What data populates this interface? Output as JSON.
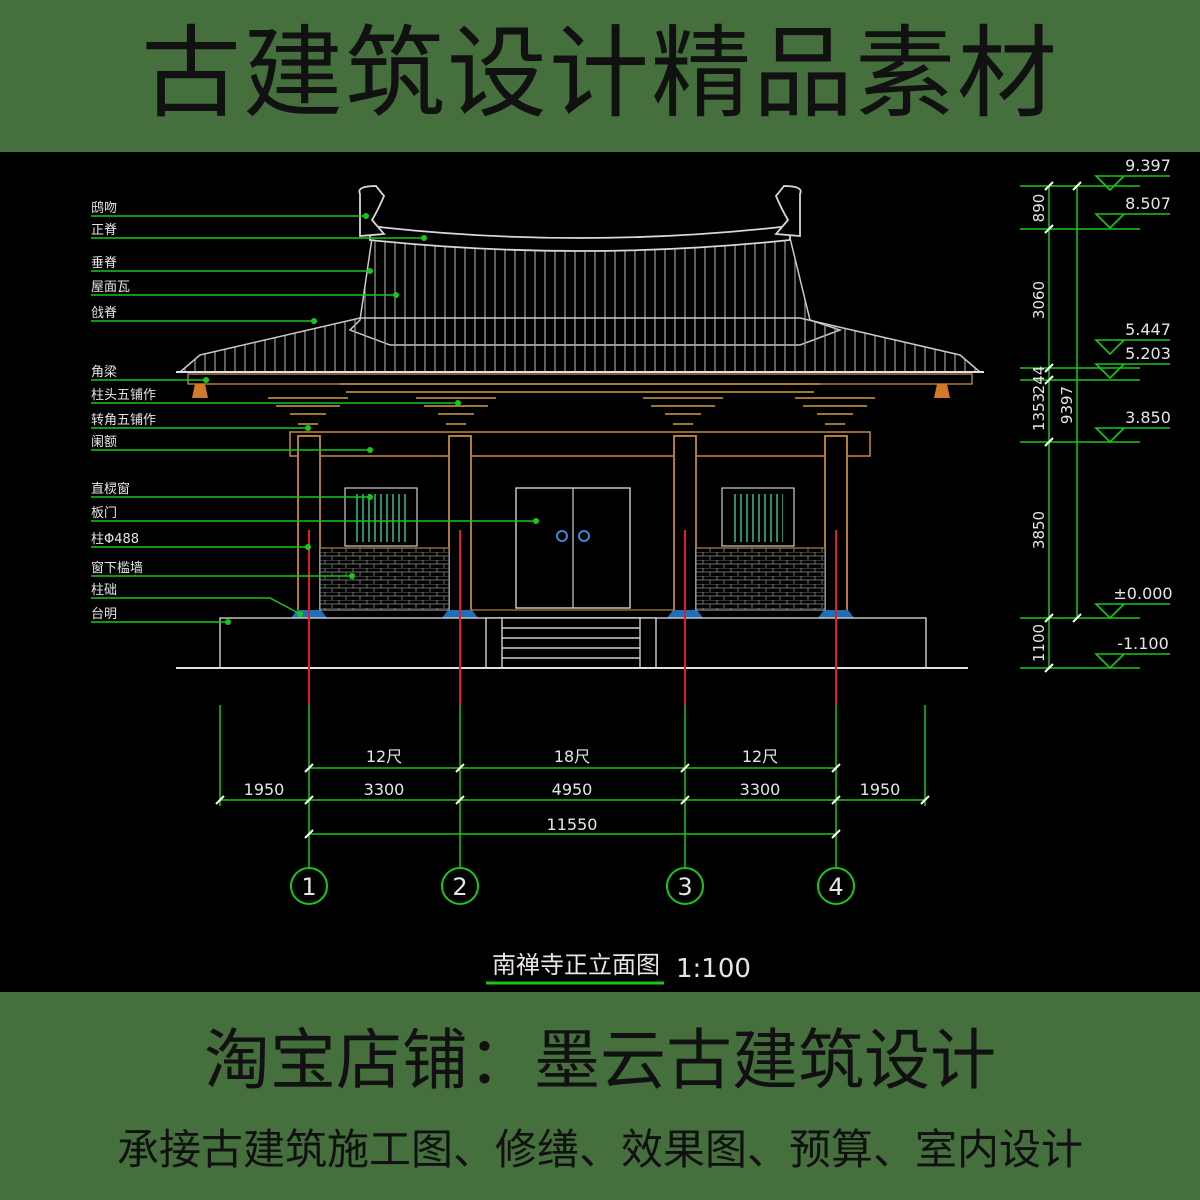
{
  "header": {
    "title": "古建筑设计精品素材"
  },
  "drawing": {
    "callouts": [
      "鸱吻",
      "正脊",
      "垂脊",
      "屋面瓦",
      "戗脊",
      "角梁",
      "柱头五铺作",
      "转角五铺作",
      "阑额",
      "直棂窗",
      "板门",
      "柱Φ488",
      "窗下槛墙",
      "柱础",
      "台明"
    ],
    "elevation_marks": [
      "9.397",
      "8.507",
      "5.447",
      "5.203",
      "3.850",
      "±0.000",
      "-1.100"
    ],
    "vertical_dims": [
      "890",
      "3060",
      "1353",
      "244",
      "9397",
      "3850",
      "1100"
    ],
    "bay_units": [
      "12尺",
      "18尺",
      "12尺"
    ],
    "horizontal_dims": [
      "1950",
      "3300",
      "4950",
      "3300",
      "1950"
    ],
    "total_width": "11550",
    "axis_labels": [
      "1",
      "2",
      "3",
      "4"
    ],
    "drawing_title": "南禅寺正立面图",
    "scale": "1:100"
  },
  "footer": {
    "shop": "淘宝店铺：墨云古建筑设计",
    "services": "承接古建筑施工图、修缮、效果图、预算、室内设计"
  }
}
